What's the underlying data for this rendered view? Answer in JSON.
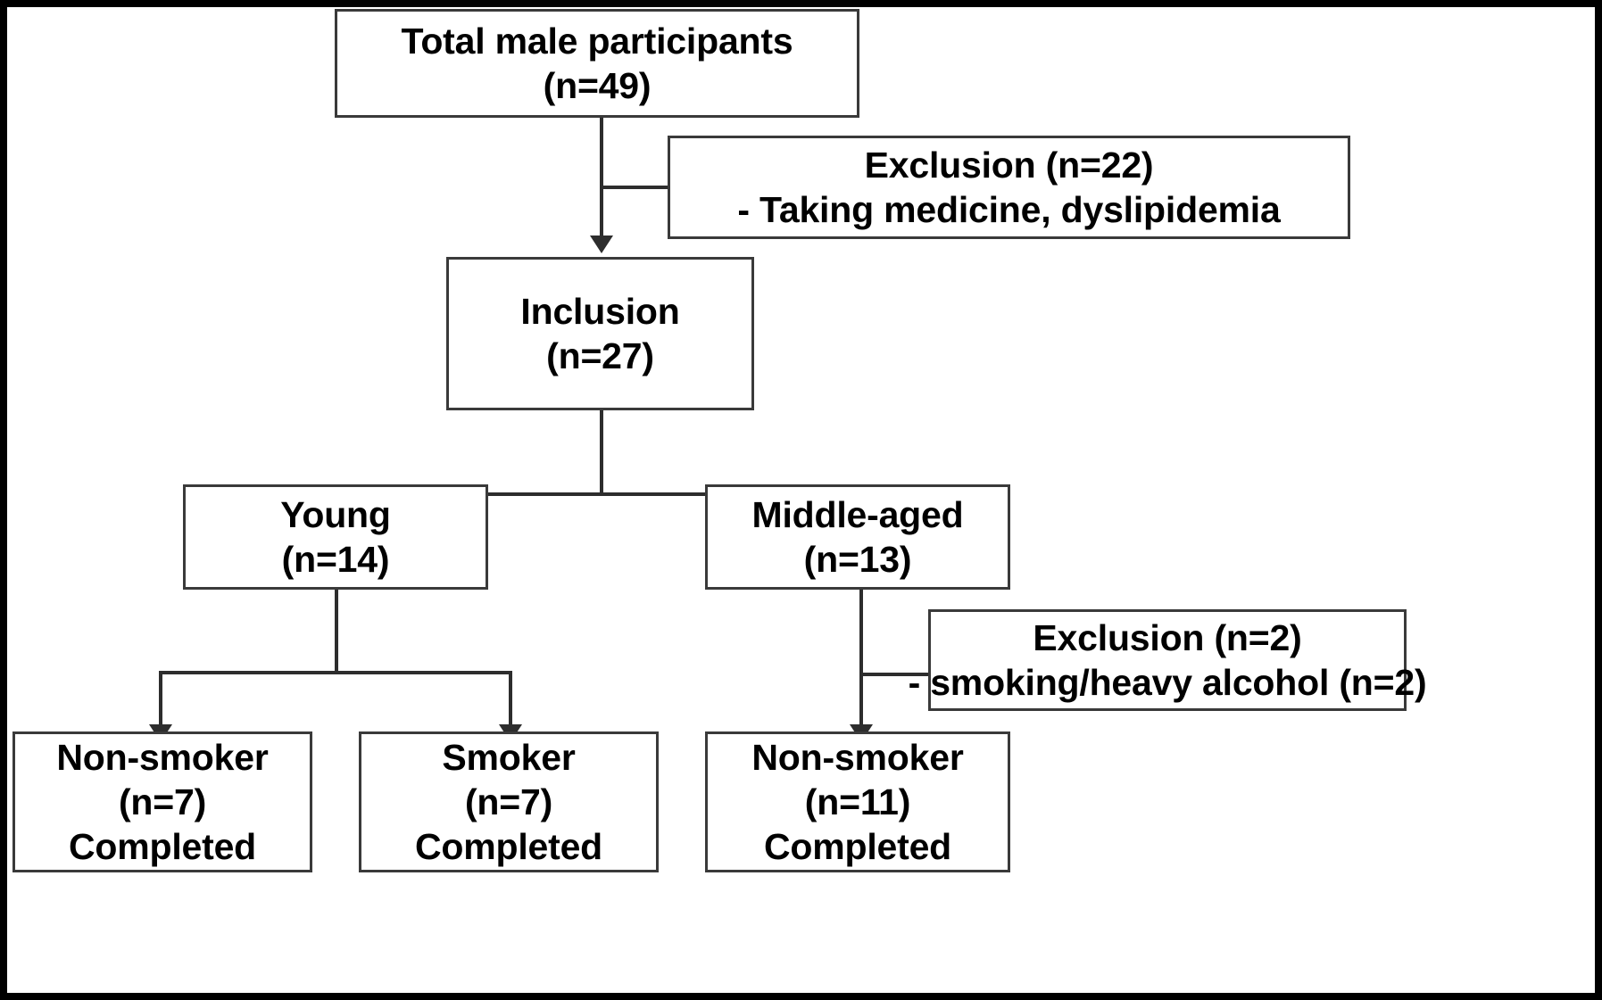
{
  "diagram": {
    "title": "Participant flow diagram",
    "type": "flowchart",
    "border_color": "#000000",
    "box_border_color": "#3a3a3a",
    "connector_color": "#2d2d2d",
    "background": "#ffffff"
  },
  "nodes": {
    "total": {
      "line1": "Total male participants",
      "line2": "(n=49)"
    },
    "exclusion1": {
      "line1": "Exclusion (n=22)",
      "line2": "- Taking medicine, dyslipidemia"
    },
    "inclusion": {
      "line1": "Inclusion",
      "line2": "(n=27)"
    },
    "young": {
      "line1": "Young",
      "line2": "(n=14)"
    },
    "middle_aged": {
      "line1": "Middle-aged",
      "line2": "(n=13)"
    },
    "exclusion2": {
      "line1": "Exclusion (n=2)",
      "line2": "- smoking/heavy alcohol (n=2)"
    },
    "young_nonsmoker": {
      "line1": "Non-smoker",
      "line2": "(n=7)",
      "line3": "Completed"
    },
    "young_smoker": {
      "line1": "Smoker",
      "line2": "(n=7)",
      "line3": "Completed"
    },
    "middle_nonsmoker": {
      "line1": "Non-smoker",
      "line2": "(n=11)",
      "line3": "Completed"
    }
  },
  "counts": {
    "total_male_participants": 49,
    "exclusion_first": 22,
    "inclusion": 27,
    "young": 14,
    "middle_aged": 13,
    "exclusion_second": 2,
    "young_non_smoker_completed": 7,
    "young_smoker_completed": 7,
    "middle_aged_non_smoker_completed": 11
  }
}
